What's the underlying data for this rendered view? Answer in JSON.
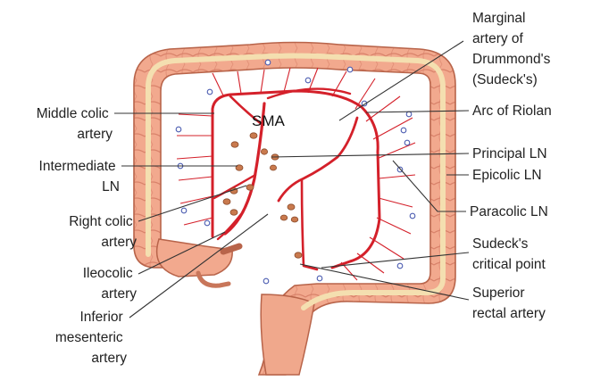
{
  "labels": {
    "left": {
      "middle_colic": [
        "Middle colic",
        "artery"
      ],
      "intermediate": [
        "Intermediate",
        "LN"
      ],
      "right_colic": [
        "Right colic",
        "artery"
      ],
      "ileocolic": [
        "Ileocolic",
        "artery"
      ],
      "inferior_mesenteric": [
        "Inferior",
        "mesenteric",
        "artery"
      ]
    },
    "right": {
      "marginal": [
        "Marginal",
        "artery of",
        "Drummond's",
        "(Sudeck's)"
      ],
      "arc_riolan": "Arc of Riolan",
      "principal_ln": "Principal LN",
      "epicolic_ln": "Epicolic LN",
      "paracolic_ln": "Paracolic LN",
      "sudeck": [
        "Sudeck's",
        "critical point"
      ],
      "superior_rectal": [
        "Superior",
        "rectal artery"
      ]
    },
    "center": {
      "sma": "SMA"
    }
  },
  "colors": {
    "colon_fill": "#f2a98e",
    "colon_edge": "#b8644a",
    "taenia": "#f4dfb0",
    "artery": "#d4202a",
    "node": "#c97a4e",
    "blue_node": "#4a5bb0"
  }
}
